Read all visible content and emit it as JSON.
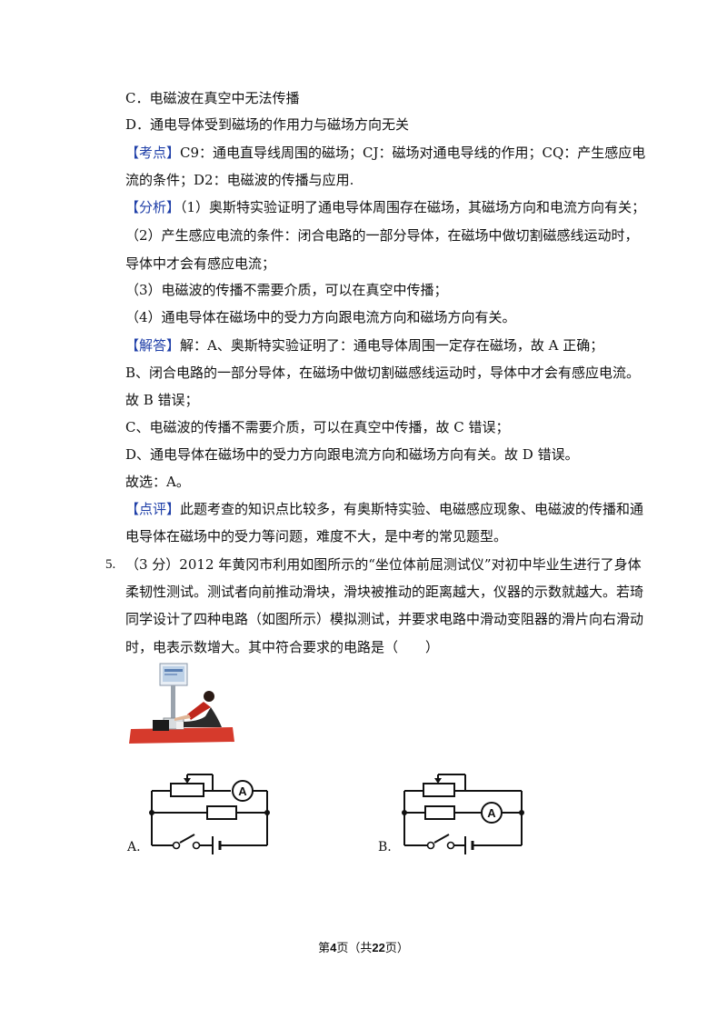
{
  "content": {
    "prev_options": {
      "c": "C．电磁波在真空中无法传播",
      "d": "D．通电导体受到磁场的作用力与磁场方向无关"
    },
    "kaodian": {
      "tag": "【考点】",
      "line1": "C9：通电直导线周围的磁场；CJ：磁场对通电导线的作用；CQ：产生感应电",
      "line2": "流的条件；D2：电磁波的传播与应用."
    },
    "fenxi": {
      "tag": "【分析】",
      "line1": "（1）奥斯特实验证明了通电导体周围存在磁场，其磁场方向和电流方向有关；",
      "line2": "（2）产生感应电流的条件：闭合电路的一部分导体，在磁场中做切割磁感线运动时，",
      "line3": "导体中才会有感应电流；",
      "line4": "（3）电磁波的传播不需要介质，可以在真空中传播；",
      "line5": "（4）通电导体在磁场中的受力方向跟电流方向和磁场方向有关。"
    },
    "jieda": {
      "tag": "【解答】",
      "line1": "解：A、奥斯特实验证明了：通电导体周围一定存在磁场，故 A 正确；",
      "line2": "B、闭合电路的一部分导体，在磁场中做切割磁感线运动时，导体中才会有感应电流。",
      "line3": "故 B 错误；",
      "line4": "C、电磁波的传播不需要介质，可以在真空中传播，故 C 错误；",
      "line5": "D、通电导体在磁场中的受力方向跟电流方向和磁场方向有关。故 D 错误。",
      "line6": "故选：A。"
    },
    "dianping": {
      "tag": "【点评】",
      "line1": "此题考查的知识点比较多，有奥斯特实验、电磁感应现象、电磁波的传播和通",
      "line2": "电导体在磁场中的受力等问题，难度不大，是中考的常见题型。"
    },
    "q5": {
      "number": "5.",
      "line1": "（3 分）2012 年黄冈市利用如图所示的“坐位体前屈测试仪”对初中毕业生进行了身体",
      "line2": "柔韧性测试。测试者向前推动滑块，滑块被推动的距离越大，仪器的示数就越大。若琦",
      "line3": "同学设计了四种电路（如图所示）模拟测试，并要求电路中滑动变阻器的滑片向右滑动",
      "line4": "时，电表示数增大。其中符合要求的电路是（　　）"
    },
    "options": {
      "a_label": "A.",
      "b_label": "B.",
      "meter_symbol": "A"
    }
  },
  "footer": {
    "prefix": "第",
    "page": "4",
    "mid": "页（共",
    "total": "22",
    "suffix": "页）"
  },
  "colors": {
    "tag": "#1f3fa8",
    "mat": "#d63a2c"
  }
}
